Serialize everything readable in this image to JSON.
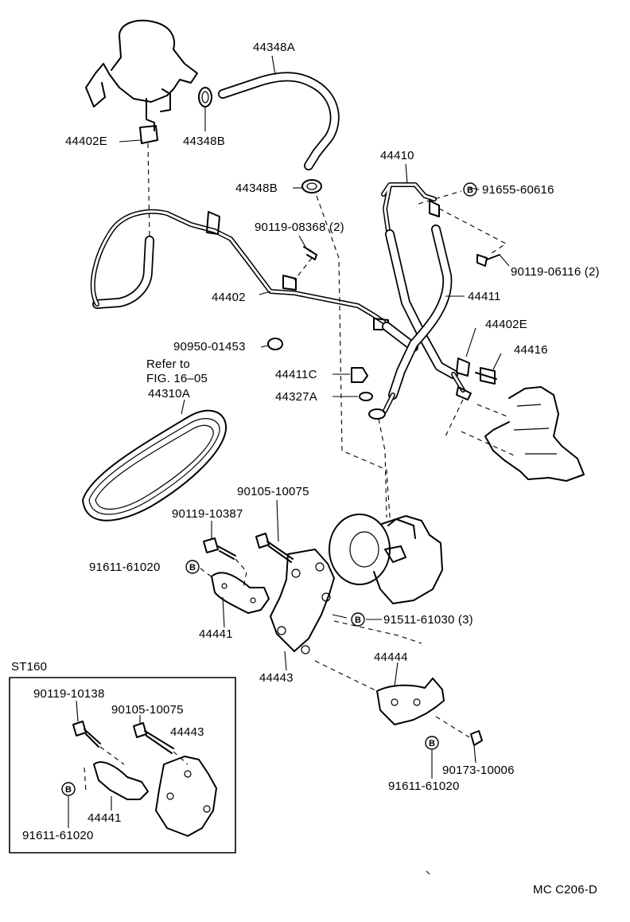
{
  "footer_code": "MC C206-D",
  "inset": {
    "title": "ST160"
  },
  "bolt_mark": "B",
  "labels": {
    "p44348A": "44348A",
    "p44402E_top": "44402E",
    "p44348B_top": "44348B",
    "p44348B_mid": "44348B",
    "p44410": "44410",
    "p91655": "91655-60616",
    "p90119_08368": "90119-08368 (2)",
    "p90119_06116": "90119-06116 (2)",
    "p44402": "44402",
    "p44411": "44411",
    "p44402E_right": "44402E",
    "p90950": "90950-01453",
    "p44416": "44416",
    "refer1": "Refer to",
    "refer2": "FIG. 16–05",
    "p44310A": "44310A",
    "p44411C": "44411C",
    "p44327A": "44327A",
    "p90105_main": "90105-10075",
    "p90119_10387": "90119-10387",
    "p91611_left": "91611-61020",
    "p91511": "91511-61030 (3)",
    "p44441_main": "44441",
    "p44443_main": "44443",
    "p44444": "44444",
    "p90173": "90173-10006",
    "p91611_right": "91611-61020",
    "inset_90119": "90119-10138",
    "inset_90105": "90105-10075",
    "inset_44443": "44443",
    "inset_44441": "44441",
    "inset_91611": "91611-61020"
  }
}
